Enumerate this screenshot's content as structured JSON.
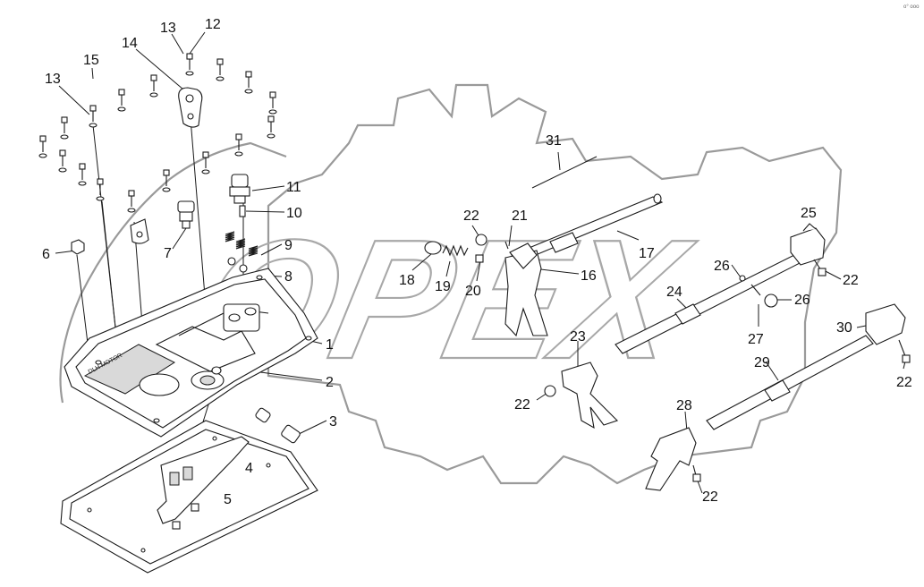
{
  "watermark": {
    "text": "OPEX"
  },
  "corner_mark": "o° ooo",
  "callouts": [
    {
      "id": "c1",
      "label": "1"
    },
    {
      "id": "c2",
      "label": "2"
    },
    {
      "id": "c3",
      "label": "3"
    },
    {
      "id": "c4",
      "label": "4"
    },
    {
      "id": "c5",
      "label": "5"
    },
    {
      "id": "c6",
      "label": "6"
    },
    {
      "id": "c7",
      "label": "7"
    },
    {
      "id": "c8",
      "label": "8"
    },
    {
      "id": "c9",
      "label": "9"
    },
    {
      "id": "c10",
      "label": "10"
    },
    {
      "id": "c11",
      "label": "11"
    },
    {
      "id": "c12",
      "label": "12"
    },
    {
      "id": "c13a",
      "label": "13"
    },
    {
      "id": "c13b",
      "label": "13"
    },
    {
      "id": "c14",
      "label": "14"
    },
    {
      "id": "c15",
      "label": "15"
    },
    {
      "id": "c16",
      "label": "16"
    },
    {
      "id": "c17",
      "label": "17"
    },
    {
      "id": "c18",
      "label": "18"
    },
    {
      "id": "c19",
      "label": "19"
    },
    {
      "id": "c20",
      "label": "20"
    },
    {
      "id": "c21",
      "label": "21"
    },
    {
      "id": "c22a",
      "label": "22"
    },
    {
      "id": "c22b",
      "label": "22"
    },
    {
      "id": "c22c",
      "label": "22"
    },
    {
      "id": "c22d",
      "label": "22"
    },
    {
      "id": "c22e",
      "label": "22"
    },
    {
      "id": "c23",
      "label": "23"
    },
    {
      "id": "c24",
      "label": "24"
    },
    {
      "id": "c25",
      "label": "25"
    },
    {
      "id": "c26a",
      "label": "26"
    },
    {
      "id": "c26b",
      "label": "26"
    },
    {
      "id": "c27",
      "label": "27"
    },
    {
      "id": "c28",
      "label": "28"
    },
    {
      "id": "c29",
      "label": "29"
    },
    {
      "id": "c30",
      "label": "30"
    },
    {
      "id": "c31",
      "label": "31"
    }
  ]
}
